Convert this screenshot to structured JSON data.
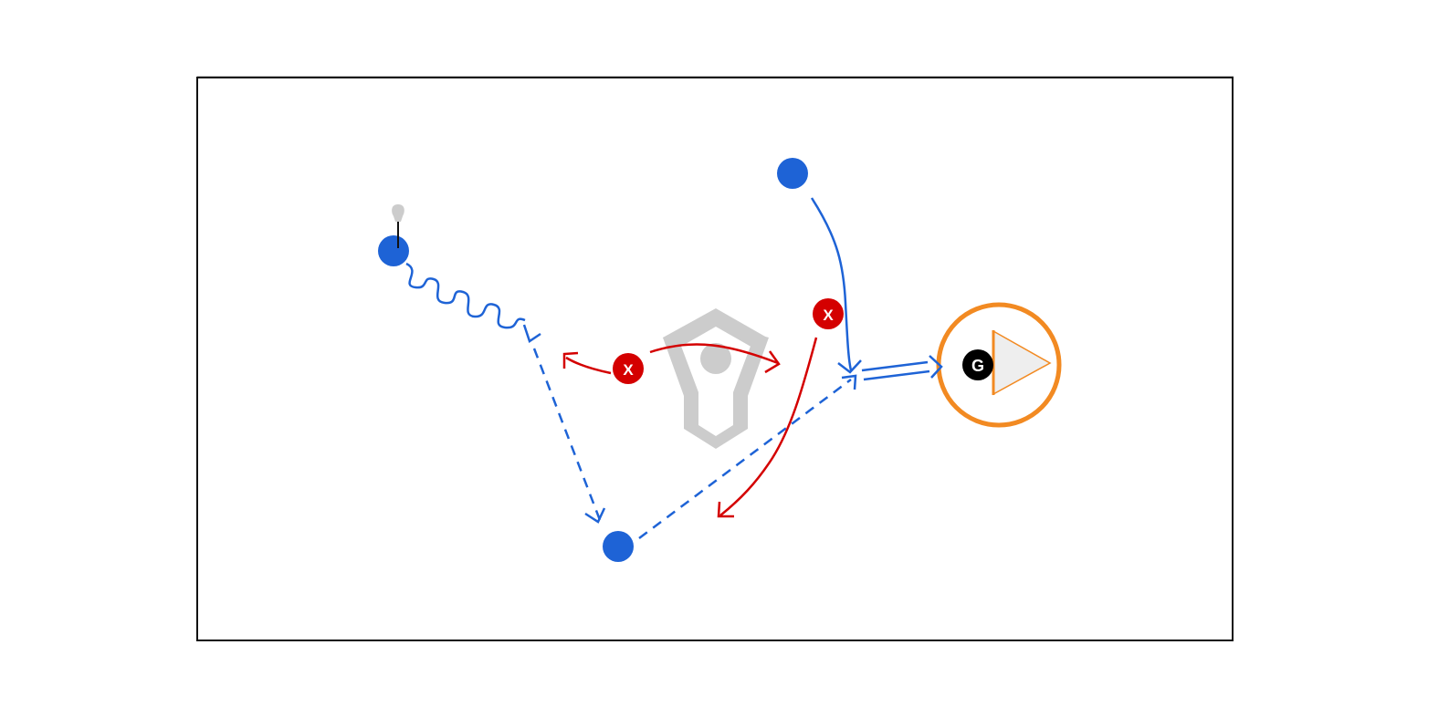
{
  "diagram": {
    "kind": "lacrosse-drill",
    "colors": {
      "offense": "#1e63d6",
      "defense": "#d40000",
      "goal_crease": "#f28a22",
      "goal_net_fill": "#eeeeee",
      "goalie": "#000000",
      "field_border": "#111111",
      "watermark": "#cccccc"
    },
    "offense_players": [
      {
        "id": "attacker-ball-carrier",
        "has_stick": true
      },
      {
        "id": "attacker-top"
      },
      {
        "id": "attacker-bottom"
      }
    ],
    "defense_players": [
      {
        "id": "defender-center",
        "label": "X"
      },
      {
        "id": "defender-right",
        "label": "X"
      }
    ],
    "goalie": {
      "label": "G"
    },
    "movements": [
      {
        "from": "attacker-ball-carrier",
        "type": "dodge"
      },
      {
        "from": "attacker-ball-carrier",
        "to": "attacker-bottom",
        "type": "pass"
      },
      {
        "from": "attacker-bottom",
        "to": "attacker-top",
        "type": "pass"
      },
      {
        "from": "attacker-top",
        "type": "cut"
      },
      {
        "from": "attacker-top",
        "to": "goal",
        "type": "shot"
      },
      {
        "from": "defender-center",
        "type": "slide"
      },
      {
        "from": "defender-right",
        "type": "slide"
      }
    ],
    "watermark_icon": "lacrosse-head-icon"
  }
}
